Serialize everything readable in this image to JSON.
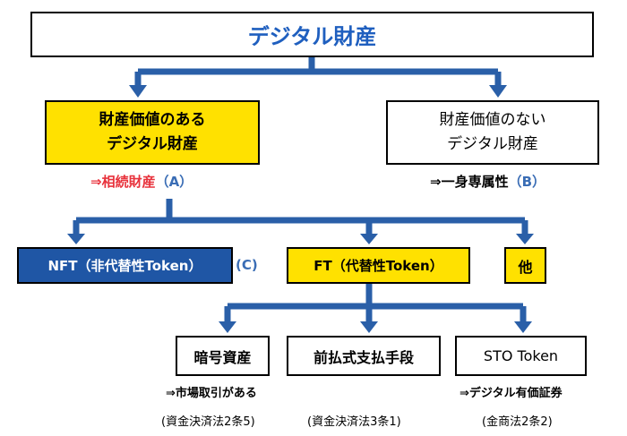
{
  "root": {
    "label": "デジタル財産"
  },
  "left_category": {
    "line1": "財産価値のある",
    "line2": "デジタル財産",
    "note_prefix": "⇒相続財産",
    "note_ref": "（A）"
  },
  "right_category": {
    "line1": "財産価値のない",
    "line2": "デジタル財産",
    "note_prefix": "⇒一身専属性",
    "note_ref": "（B）"
  },
  "nft": {
    "label": "NFT（非代替性Token）",
    "ref": "(C)"
  },
  "ft": {
    "label": "FT（代替性Token）"
  },
  "other": {
    "label": "他"
  },
  "leaf1": {
    "label": "暗号資産",
    "note": "⇒市場取引がある",
    "law": "(資金決済法2条5)"
  },
  "leaf2": {
    "label": "前払式支払手段",
    "law": "(資金決済法3条1)"
  },
  "leaf3": {
    "label": "STO Token",
    "note": "⇒デジタル有価証券",
    "law": "(金商法2条2)"
  },
  "colors": {
    "connector": "#2a5fa8",
    "root_text": "#1f5fbf",
    "highlight_fill": "#ffe100",
    "nft_fill": "#1f56a5",
    "inheritance_text": "#e8323c",
    "ref_text": "#3a6db5"
  }
}
